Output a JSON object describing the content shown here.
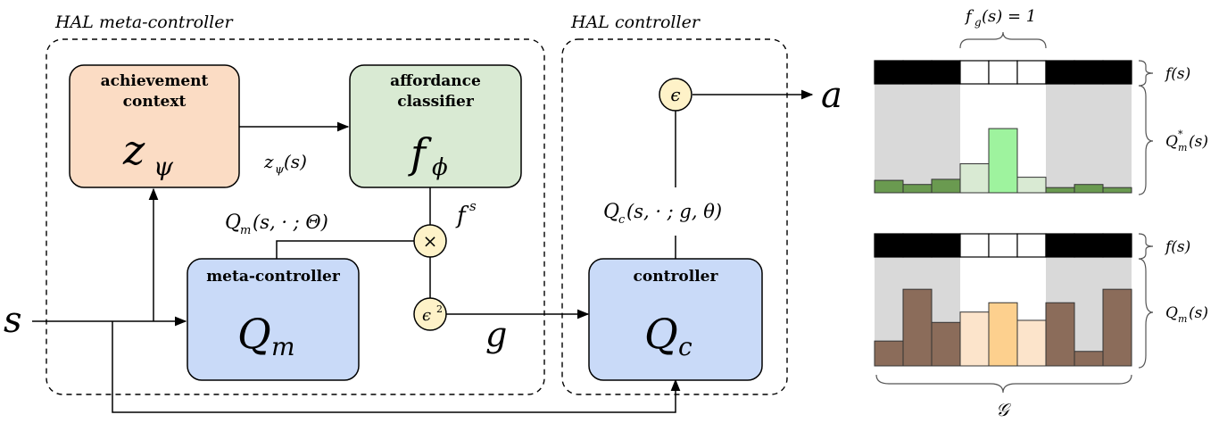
{
  "regions": {
    "meta_controller_title": "HAL meta-controller",
    "controller_title": "HAL controller"
  },
  "nodes": {
    "achievement": {
      "line1": "achievement",
      "line2": "context",
      "symbol": "z",
      "sub": "ψ",
      "color": "#fbdcc4"
    },
    "affordance": {
      "line1": "affordance",
      "line2": "classifier",
      "symbol": "f",
      "sub": "ϕ",
      "color": "#d9ead3"
    },
    "meta": {
      "line1": "meta-controller",
      "symbol": "Q",
      "sub": "m",
      "color": "#c9daf8"
    },
    "controller": {
      "line1": "controller",
      "symbol": "Q",
      "sub": "c",
      "color": "#c9daf8"
    }
  },
  "ops": {
    "eps": "ϵ",
    "times": "×",
    "eps2": "ϵ",
    "eps2_sup": "2",
    "color": "#fef2c8"
  },
  "edge_labels": {
    "z_of_s_sym": "z",
    "z_of_s_sub": "ψ",
    "z_of_s_arg": "(s)",
    "fs_sym": "f",
    "fs_sup": "s",
    "qm_sym": "Q",
    "qm_sub": "m",
    "qm_arg": "(s, · ; Θ)",
    "qc_sym": "Q",
    "qc_sub": "c",
    "qc_arg": "(s, · ; g, θ)",
    "s": "s",
    "g": "g",
    "a": "a"
  },
  "panel_labels": {
    "fg_sym": "f",
    "fg_sub": "g",
    "fg_rest": "(s) = 1",
    "f_top": "f(s)",
    "q_star_sym": "Q",
    "q_star_sup": "*",
    "q_star_sub": "m",
    "q_star_arg": "(s)",
    "f_bottom": "f(s)",
    "q_bottom_sym": "Q",
    "q_bottom_sub": "m",
    "q_bottom_arg": "(s)",
    "goal_set": "𝒢"
  },
  "chart_data": [
    {
      "type": "bar",
      "series": [
        {
          "name": "",
          "values": [
            0.12,
            0.08,
            0.13,
            0.28,
            0.62,
            0.15,
            0.05,
            0.08,
            0.05
          ]
        }
      ],
      "mask": [
        0,
        0,
        0,
        1,
        1,
        1,
        0,
        0,
        0
      ],
      "highlight_index": 4,
      "colors": {
        "masked": "#6a9a50",
        "allowed": "#d9ead3",
        "best": "#9ef39e",
        "shade": "#d9d9d9"
      }
    },
    {
      "type": "bar",
      "series": [
        {
          "name": "",
          "values": [
            0.24,
            0.74,
            0.42,
            0.52,
            0.61,
            0.44,
            0.61,
            0.14,
            0.74
          ]
        }
      ],
      "mask": [
        0,
        0,
        0,
        1,
        1,
        1,
        0,
        0,
        0
      ],
      "highlight_index": 4,
      "colors": {
        "masked": "#8b6c5a",
        "allowed": "#fce4cb",
        "best": "#fdd08e",
        "shade": "#d9d9d9"
      }
    }
  ]
}
